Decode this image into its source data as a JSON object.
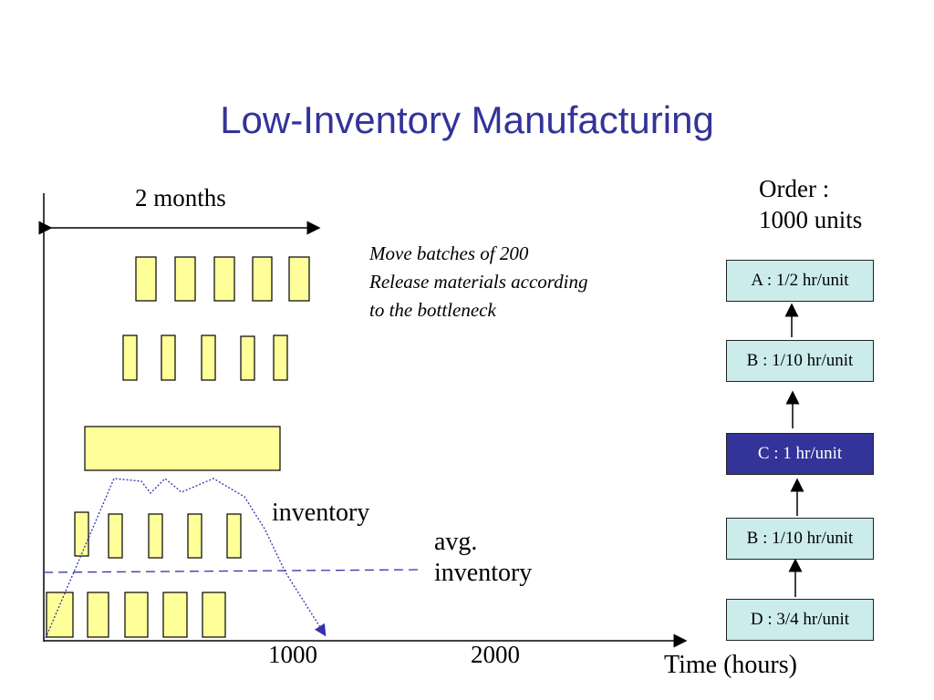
{
  "title": "Low-Inventory Manufacturing",
  "span_label": "2 months",
  "note_lines": [
    "Move batches of 200",
    "Release materials according",
    "to the bottleneck"
  ],
  "order": {
    "line1": "Order :",
    "line2": "1000 units"
  },
  "inventory_label": "inventory",
  "avg_inventory_label": {
    "line1": "avg.",
    "line2": "inventory"
  },
  "axis": {
    "x_ticks": [
      "1000",
      "2000"
    ],
    "x_label": "Time (hours)"
  },
  "process_chain": [
    {
      "label": "A : 1/2  hr/unit",
      "bottleneck": false
    },
    {
      "label": "B : 1/10 hr/unit",
      "bottleneck": false
    },
    {
      "label": "C : 1 hr/unit",
      "bottleneck": true
    },
    {
      "label": "B : 1/10 hr/unit",
      "bottleneck": false
    },
    {
      "label": "D : 3/4 hr/unit",
      "bottleneck": false
    }
  ],
  "colors": {
    "title": "#333399",
    "batch_fill": "#FFFF99",
    "process_fill": "#CCECEC",
    "bottleneck_fill": "#333399",
    "bottleneck_text": "#ffffff",
    "inventory_line": "#3333AA"
  }
}
